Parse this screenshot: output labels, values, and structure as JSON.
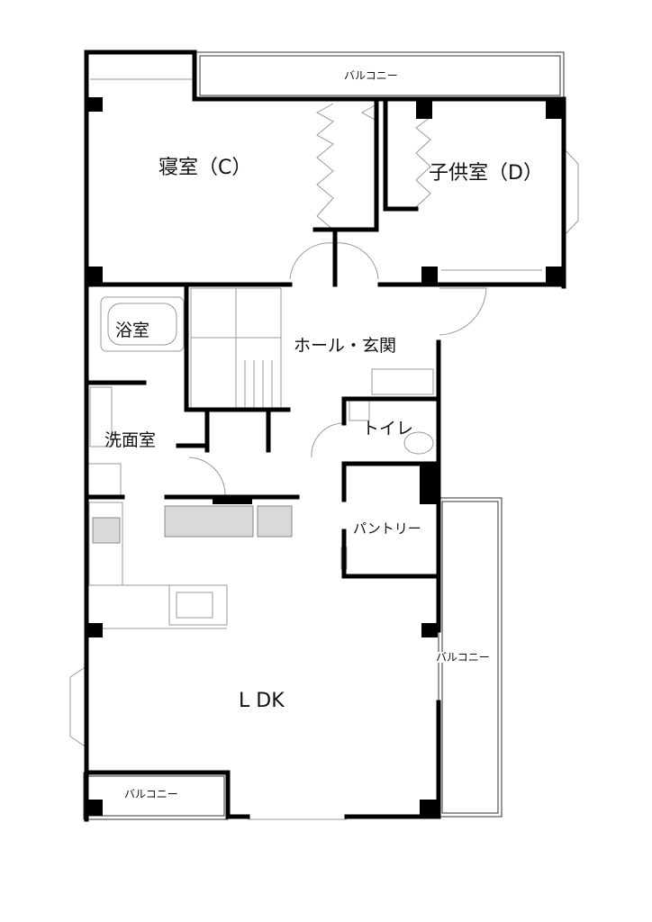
{
  "rooms": {
    "bedroom": "寝室（C）",
    "kids_room": "子供室（D）",
    "bath": "浴室",
    "hall": "ホール・玄関",
    "washroom": "洗面室",
    "toilet": "トイレ",
    "pantry": "パントリー",
    "ldk": "L DK"
  },
  "balconies": {
    "top": "バルコニー",
    "right": "バルコニー",
    "bottom": "バルコニー"
  }
}
